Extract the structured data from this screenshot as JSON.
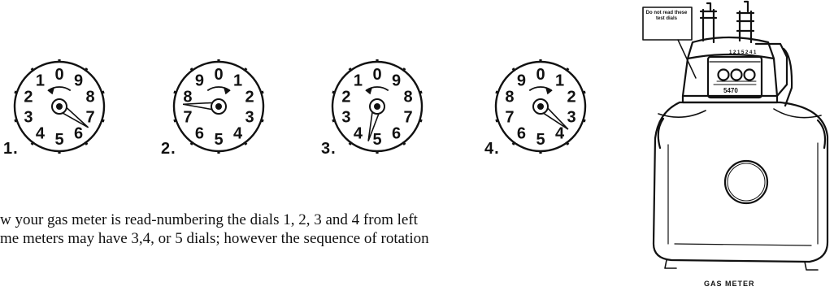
{
  "dials": [
    {
      "id": "1",
      "label": "1.",
      "digits": [
        "0",
        "9",
        "8",
        "7",
        "6",
        "5",
        "4",
        "3",
        "2",
        "1"
      ],
      "rotation": "counterclockwise",
      "pointer_value": 6.5
    },
    {
      "id": "2",
      "label": "2.",
      "digits": [
        "0",
        "1",
        "2",
        "3",
        "4",
        "5",
        "6",
        "7",
        "8",
        "9"
      ],
      "rotation": "clockwise",
      "pointer_value": 7.6
    },
    {
      "id": "3",
      "label": "3.",
      "digits": [
        "0",
        "9",
        "8",
        "7",
        "6",
        "5",
        "4",
        "3",
        "2",
        "1"
      ],
      "rotation": "counterclockwise",
      "pointer_value": 4.6
    },
    {
      "id": "4",
      "label": "4.",
      "digits": [
        "0",
        "1",
        "2",
        "3",
        "4",
        "5",
        "6",
        "7",
        "8",
        "9"
      ],
      "rotation": "clockwise",
      "pointer_value": 3.6
    }
  ],
  "caption": {
    "line1": "w your gas meter is read-numbering the dials 1, 2, 3 and 4 from left",
    "line2": "me meters may have 3,4, or 5 dials; however the sequence of rotation"
  },
  "meter": {
    "note": "Do not read these test dials",
    "serial": "5470",
    "title": "GAS METER"
  }
}
